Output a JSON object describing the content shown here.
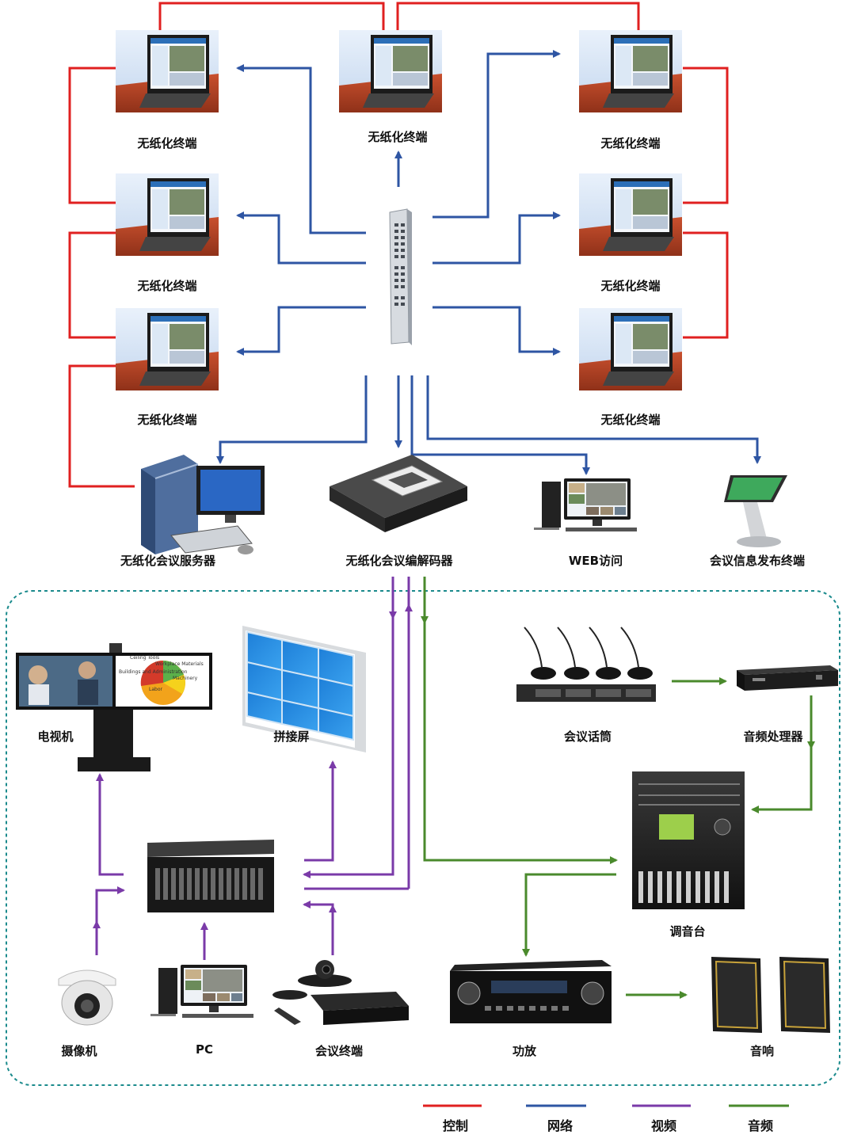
{
  "terminals": [
    {
      "label": "无纸化终端"
    },
    {
      "label": "无纸化终端"
    },
    {
      "label": "无纸化终端"
    },
    {
      "label": "无纸化终端"
    },
    {
      "label": "无纸化终端"
    },
    {
      "label": "无纸化终端"
    },
    {
      "label": "无纸化终端"
    }
  ],
  "devices": {
    "server": "无纸化会议服务器",
    "codec": "无纸化会议编解码器",
    "web": "WEB访问",
    "kiosk": "会议信息发布终端",
    "tv": "电视机",
    "videowall": "拼接屏",
    "mic": "会议话筒",
    "audio_processor": "音频处理器",
    "mixer": "调音台",
    "camera": "摄像机",
    "pc": "PC",
    "conf_terminal": "会议终端",
    "amplifier": "功放",
    "speakers": "音响"
  },
  "legend": [
    {
      "label": "控制",
      "color": "#e02020"
    },
    {
      "label": "网络",
      "color": "#2e55a3"
    },
    {
      "label": "视频",
      "color": "#7a3aa8"
    },
    {
      "label": "音频",
      "color": "#4a8a2c"
    }
  ],
  "screen_text": {
    "pie_1": "Ceiling Tools",
    "pie_2": "Workplace Materials",
    "pie_3": "Buildings and Administration",
    "pie_4": "Machinery",
    "pie_5": "Labor"
  }
}
